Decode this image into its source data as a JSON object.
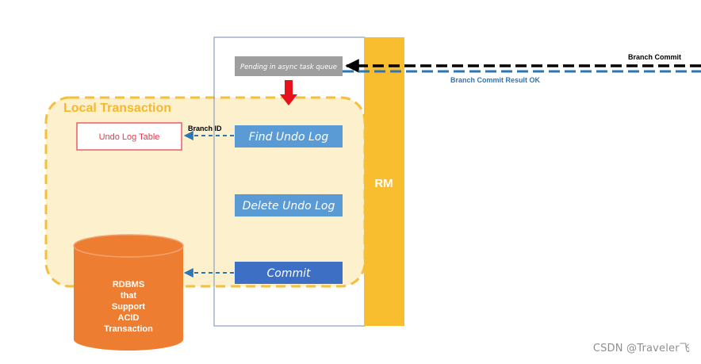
{
  "local_transaction": {
    "title": "Local Transaction"
  },
  "rm": {
    "label": "RM"
  },
  "queue": {
    "label": "Pending in async task queue"
  },
  "steps": {
    "find_undo_log": "Find Undo Log",
    "delete_undo_log": "Delete Undo Log",
    "commit": "Commit"
  },
  "undo_log_table": {
    "label": "Undo Log Table"
  },
  "branch_id": {
    "label": "Branch ID"
  },
  "branch_commit": {
    "request_label": "Branch Commit",
    "result_label": "Branch Commit Result OK"
  },
  "rdbms": {
    "line1": "RDBMS",
    "line2": "that",
    "line3": "Support",
    "line4": "ACID",
    "line5": "Transaction"
  },
  "watermark": {
    "text": "CSDN @Traveler飞"
  },
  "colors": {
    "local_tx_fill": "#fdf0cc",
    "local_tx_border": "#f5bf3a",
    "local_tx_title": "#f5b82e",
    "rm_fill": "#f9bd30",
    "step_box_fill": "#5b9bd5",
    "commit_box_fill": "#3d6fc4",
    "queue_fill": "#9e9e9e",
    "undo_table_border": "#e8364a",
    "undo_table_text": "#e8364a",
    "red_arrow": "#e8101a",
    "dashed_blue": "#2e75b6",
    "dashed_black": "#000000",
    "cylinder_fill": "#ed7d31"
  }
}
